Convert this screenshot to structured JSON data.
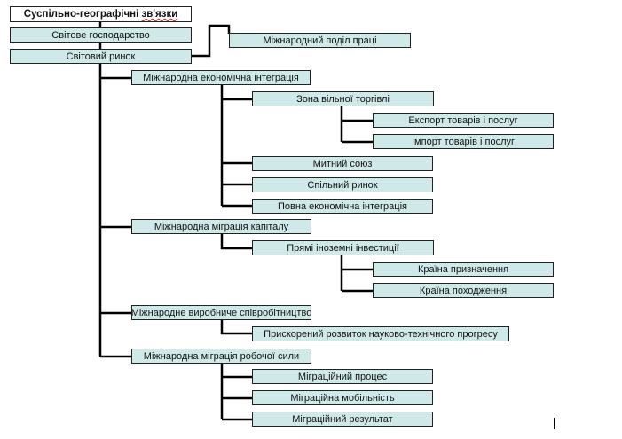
{
  "root": {
    "title_main": "Суспільно-географічні ",
    "title_flagged": "зв'язки"
  },
  "nodes": {
    "world_economy": "Світове господарство",
    "world_market": "Світовий ринок",
    "division_of_labor": "Міжнародний поділ праці",
    "econ_integration": "Міжнародна економічна інтеграція",
    "free_trade": "Зона вільної торгівлі",
    "export": "Експорт товарів і послуг",
    "import": "Імпорт товарів і послуг",
    "customs_union": "Митний союз",
    "common_market": "Спільний ринок",
    "full_integration": "Повна економічна інтеграція",
    "capital_migration": "Міжнародна міграція капіталу",
    "fdi": "Прямі іноземні інвестиції",
    "destination_country": "Країна призначення",
    "origin_country": "Країна походження",
    "production_coop": "Міжнародне виробниче співробітництво",
    "sci_tech_progress": "Прискорений розвиток науково-технічного прогресу",
    "labor_migration": "Міжнародна міграція робочої сили",
    "migration_process": "Міграційний процес",
    "migration_mobility": "Міграційна мобільність",
    "migration_result": "Міграційний результат"
  }
}
